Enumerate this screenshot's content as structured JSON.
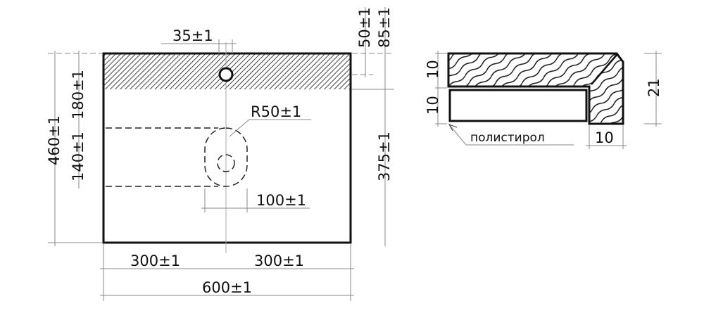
{
  "plan": {
    "hole_offset": "35±1",
    "hole_from_edge": "50±1",
    "slot_from_edge": "85±1",
    "total_depth": "460±1",
    "top_to_slot": "180±1",
    "slot_length": "140±1",
    "slot_to_front": "375±1",
    "slot_radius": "R50±1",
    "slot_width": "100±1",
    "left_half": "300±1",
    "right_half": "300±1",
    "total_width": "600±1"
  },
  "section": {
    "top_layer": "10",
    "bottom_layer": "10",
    "total_thickness": "21",
    "wall_width": "10",
    "material_label": "полистирол"
  }
}
